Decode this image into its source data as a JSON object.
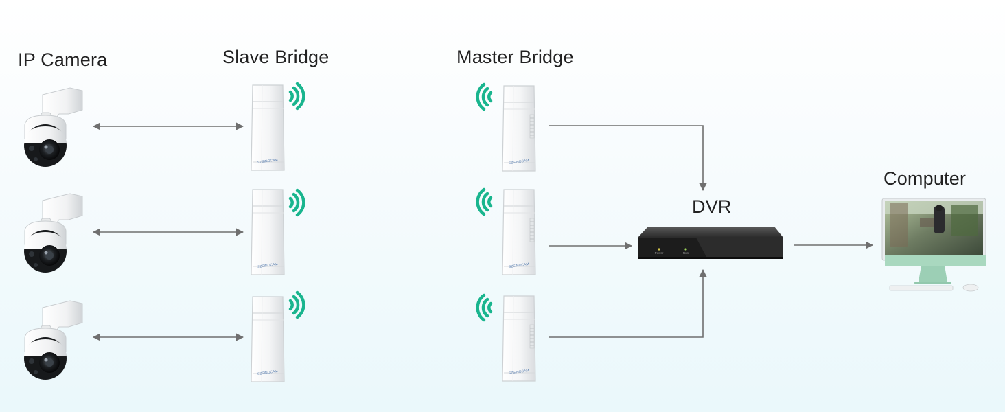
{
  "labels": {
    "ip_camera": "IP Camera",
    "slave_bridge": "Slave Bridge",
    "master_bridge": "Master Bridge",
    "dvr": "DVR",
    "computer": "Computer"
  },
  "device_text": {
    "bridge_brand": "SZSINOCAM",
    "dvr_power": "Power",
    "dvr_run": "Run"
  },
  "colors": {
    "wifi": "#19b58e",
    "line": "#6f6f6f",
    "device_white": "#f3f4f5",
    "dvr_body": "#1c1c1c",
    "monitor_stand": "#a9d8bf"
  }
}
